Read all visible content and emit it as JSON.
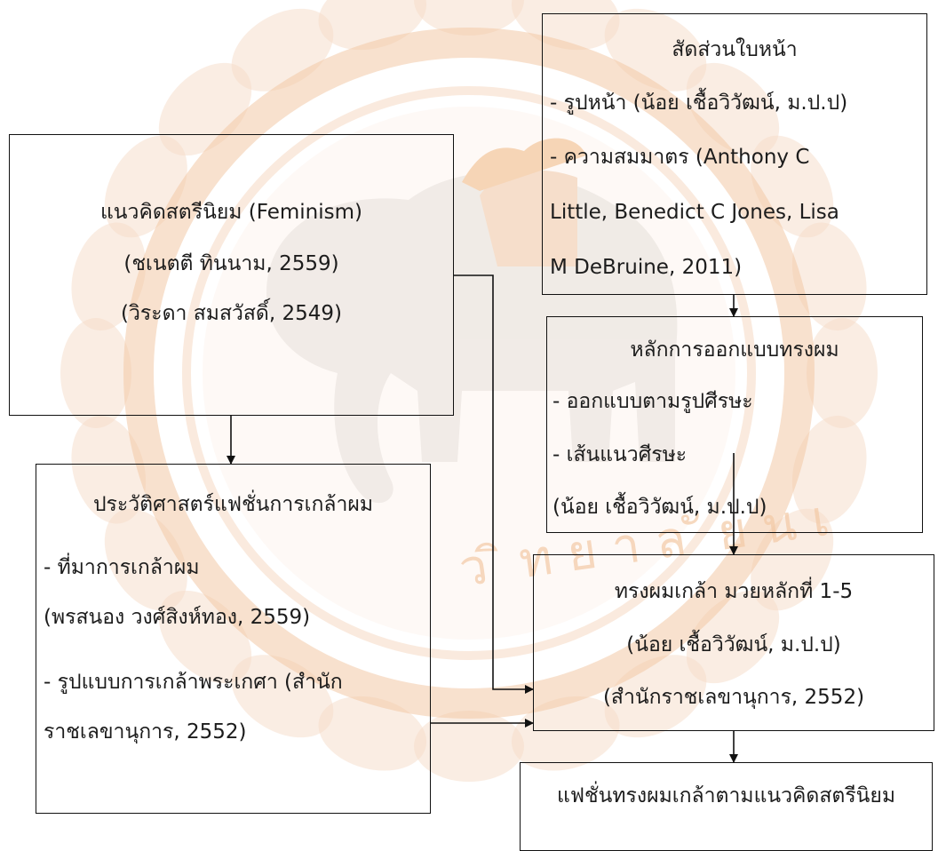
{
  "watermark": {
    "colors": {
      "outer": "#f6dcc8",
      "ring": "#f2c8a6",
      "elephant": "#e8e3de",
      "accent": "#f0b07a"
    },
    "icon": "university-seal-elephant"
  },
  "boxes": {
    "feminism": {
      "lines": [
        "แนวคิดสตรีนิยม (Feminism)",
        "(ชเนตตี ทินนาม, 2559)",
        "(วิระดา สมสวัสดิ์, 2549)"
      ]
    },
    "history": {
      "lines": [
        "ประวัติศาสตร์แฟชั่นการเกล้าผม",
        "- ที่มาการเกล้าผม",
        "(พรสนอง วงศ์สิงห์ทอง, 2559)",
        "- รูปแบบการเกล้าพระเกศา (สำนัก",
        "ราชเลขานุการ, 2552)"
      ]
    },
    "face": {
      "lines": [
        "สัดส่วนใบหน้า",
        "- รูปหน้า (น้อย เชื้อวิวัฒน์, ม.ป.ป)",
        "- ความสมมาตร (Anthony C",
        "Little, Benedict C Jones, Lisa",
        "M DeBruine, 2011)"
      ]
    },
    "hairdesign": {
      "lines": [
        "หลักการออกแบบทรงผม",
        "- ออกแบบตามรูปศีรษะ",
        "- เส้นแนวศีรษะ",
        "(น้อย เชื้อวิวัฒน์, ม.ป.ป)"
      ]
    },
    "updo": {
      "lines": [
        "ทรงผมเกล้า มวยหลักที่ 1-5",
        "(น้อย เชื้อวิวัฒน์, ม.ป.ป)",
        "(สำนักราชเลขานุการ, 2552)"
      ]
    },
    "result": {
      "lines": [
        "แฟชั่นทรงผมเกล้าตามแนวคิดสตรีนิยม"
      ]
    }
  }
}
